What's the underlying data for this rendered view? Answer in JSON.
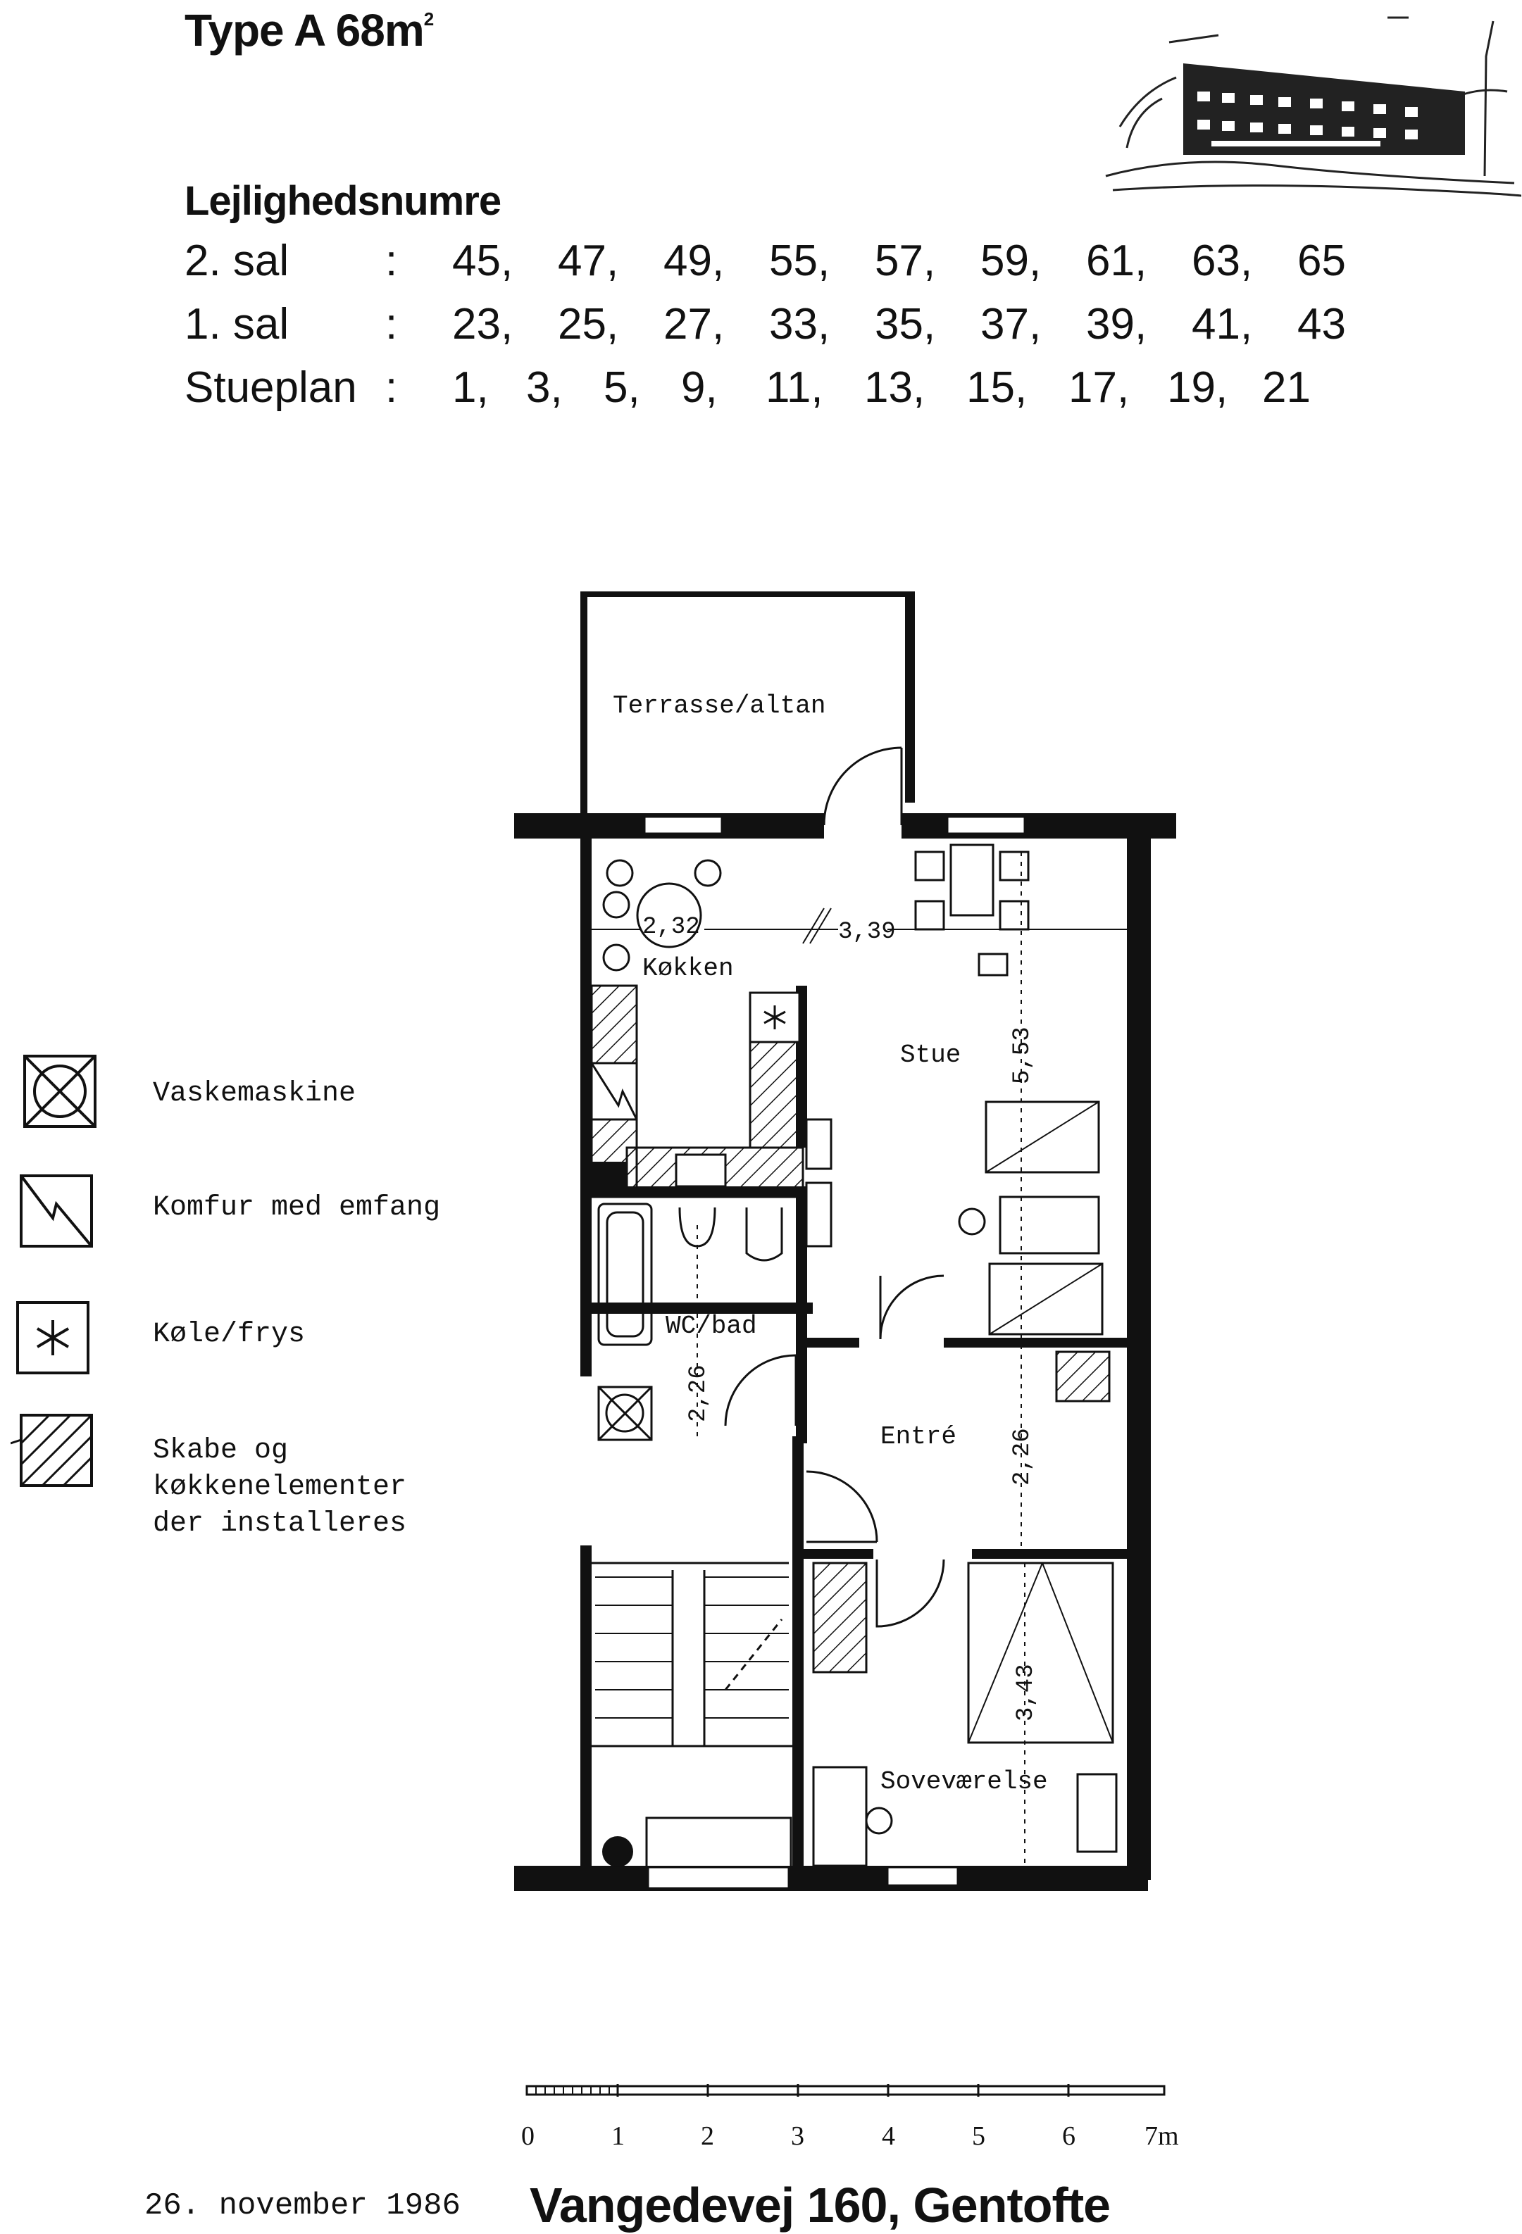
{
  "header": {
    "title": "Type A 68m",
    "title_sup": "2",
    "apartments_heading": "Lejlighedsnumre"
  },
  "floors": [
    {
      "label": "2. sal",
      "colon": ":",
      "numbers": [
        "45,",
        "47,",
        "49,",
        "55,",
        "57,",
        "59,",
        "61,",
        "63,",
        "65"
      ]
    },
    {
      "label": "1. sal",
      "colon": ":",
      "numbers": [
        "23,",
        "25,",
        "27,",
        "33,",
        "35,",
        "37,",
        "39,",
        "41,",
        "43"
      ]
    },
    {
      "label": "Stueplan",
      "colon": ":",
      "numbers": [
        "1,",
        "3,",
        "5,",
        "9,",
        "11,",
        "13,",
        "15,",
        "17,",
        "19,",
        "21"
      ]
    }
  ],
  "legend": [
    {
      "icon": "washing-machine-icon",
      "text": "Vaskemaskine"
    },
    {
      "icon": "stove-hood-icon",
      "text": "Komfur med emfang"
    },
    {
      "icon": "fridge-freezer-icon",
      "text": "Køle/frys"
    },
    {
      "icon": "cabinet-hatch-icon",
      "text": "Skabe og\nkøkkenelementer\nder installeres"
    }
  ],
  "rooms": {
    "terrace": "Terrasse/altan",
    "kitchen": "Køkken",
    "living": "Stue",
    "bath": "WC/bad",
    "entry": "Entré",
    "bedroom": "Soveværelse"
  },
  "dimensions": {
    "kitchen_width": "2,32",
    "living_width": "3,39",
    "living_depth": "5,53",
    "bath_depth": "2,26",
    "entry_depth": "2,26",
    "bedroom_depth": "3,43"
  },
  "scale_bar": {
    "labels": [
      "0",
      "1",
      "2",
      "3",
      "4",
      "5",
      "6",
      "7m"
    ]
  },
  "footer": {
    "date": "26. november 1986",
    "address": "Vangedevej 160, Gentofte"
  }
}
